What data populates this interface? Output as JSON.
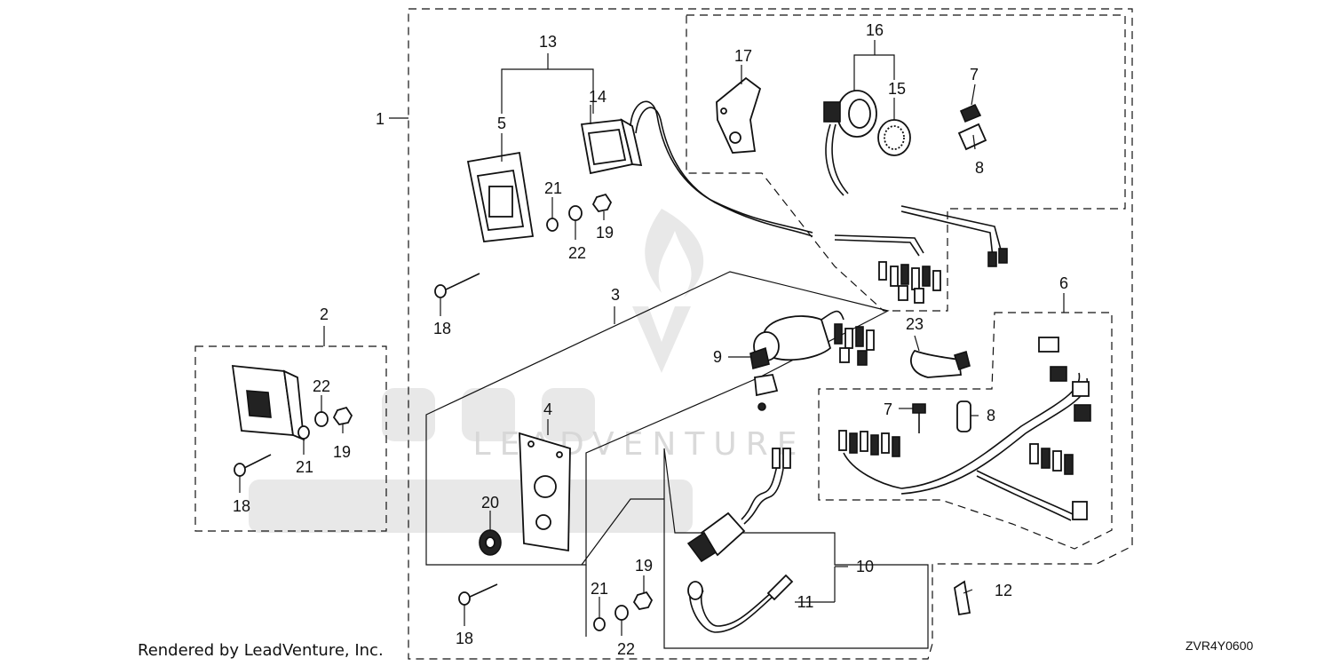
{
  "diagram": {
    "callouts": [
      {
        "id": "c1",
        "text": "1"
      },
      {
        "id": "c2",
        "text": "2"
      },
      {
        "id": "c3",
        "text": "3"
      },
      {
        "id": "c4",
        "text": "4"
      },
      {
        "id": "c5",
        "text": "5"
      },
      {
        "id": "c6",
        "text": "6"
      },
      {
        "id": "c7a",
        "text": "7"
      },
      {
        "id": "c7b",
        "text": "7"
      },
      {
        "id": "c8a",
        "text": "8"
      },
      {
        "id": "c8b",
        "text": "8"
      },
      {
        "id": "c9",
        "text": "9"
      },
      {
        "id": "c10",
        "text": "10"
      },
      {
        "id": "c11",
        "text": "11"
      },
      {
        "id": "c12",
        "text": "12"
      },
      {
        "id": "c13",
        "text": "13"
      },
      {
        "id": "c14",
        "text": "14"
      },
      {
        "id": "c15",
        "text": "15"
      },
      {
        "id": "c16",
        "text": "16"
      },
      {
        "id": "c17",
        "text": "17"
      },
      {
        "id": "c18a",
        "text": "18"
      },
      {
        "id": "c18b",
        "text": "18"
      },
      {
        "id": "c18c",
        "text": "18"
      },
      {
        "id": "c19a",
        "text": "19"
      },
      {
        "id": "c19b",
        "text": "19"
      },
      {
        "id": "c19c",
        "text": "19"
      },
      {
        "id": "c20",
        "text": "20"
      },
      {
        "id": "c21a",
        "text": "21"
      },
      {
        "id": "c21b",
        "text": "21"
      },
      {
        "id": "c21c",
        "text": "21"
      },
      {
        "id": "c22a",
        "text": "22"
      },
      {
        "id": "c22b",
        "text": "22"
      },
      {
        "id": "c22c",
        "text": "22"
      },
      {
        "id": "c23",
        "text": "23"
      }
    ]
  },
  "footer": {
    "credit": "Rendered by LeadVenture, Inc.",
    "code": "ZVR4Y0600"
  },
  "watermark": {
    "icon": "leadventure-flame-logo",
    "word": "LEADVENTURE"
  }
}
